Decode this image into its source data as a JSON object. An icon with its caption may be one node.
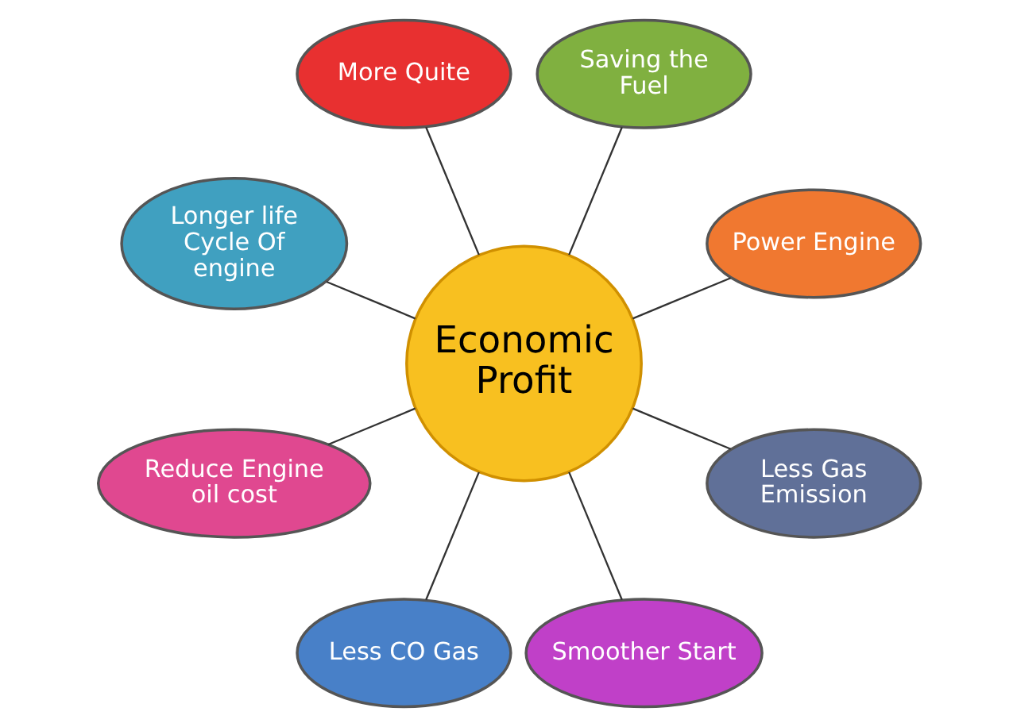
{
  "diagram": {
    "nodes": [
      {
        "text": [
          "Power Engine"
        ]
      },
      {
        "text": [
          "Saving the Fuel"
        ]
      },
      {
        "text": [
          "More Quite"
        ]
      },
      {
        "text": [
          "Longer life Cycle Of engine"
        ]
      },
      {
        "text": [
          "Economic Profit"
        ]
      },
      {
        "text": [
          "Reduce Engine oil cost"
        ]
      },
      {
        "text": [
          "Less CO Gas"
        ]
      },
      {
        "text": [
          "Smoother Start"
        ]
      },
      {
        "text": [
          "Less Gas Emission"
        ]
      }
    ],
    "edges": [
      {
        "from": 4,
        "to": 0,
        "arrow": "none"
      },
      {
        "from": 4,
        "to": 1,
        "arrow": "none"
      },
      {
        "from": 4,
        "to": 3,
        "arrow": "none"
      },
      {
        "from": 4,
        "to": 6,
        "arrow": "none"
      },
      {
        "from": 4,
        "to": 8,
        "arrow": "none"
      },
      {
        "from": 4,
        "to": 7,
        "arrow": "none"
      },
      {
        "from": 4,
        "to": 5,
        "arrow": "none"
      },
      {
        "from": 4,
        "to": 2,
        "arrow": "none"
      }
    ]
  }
}
